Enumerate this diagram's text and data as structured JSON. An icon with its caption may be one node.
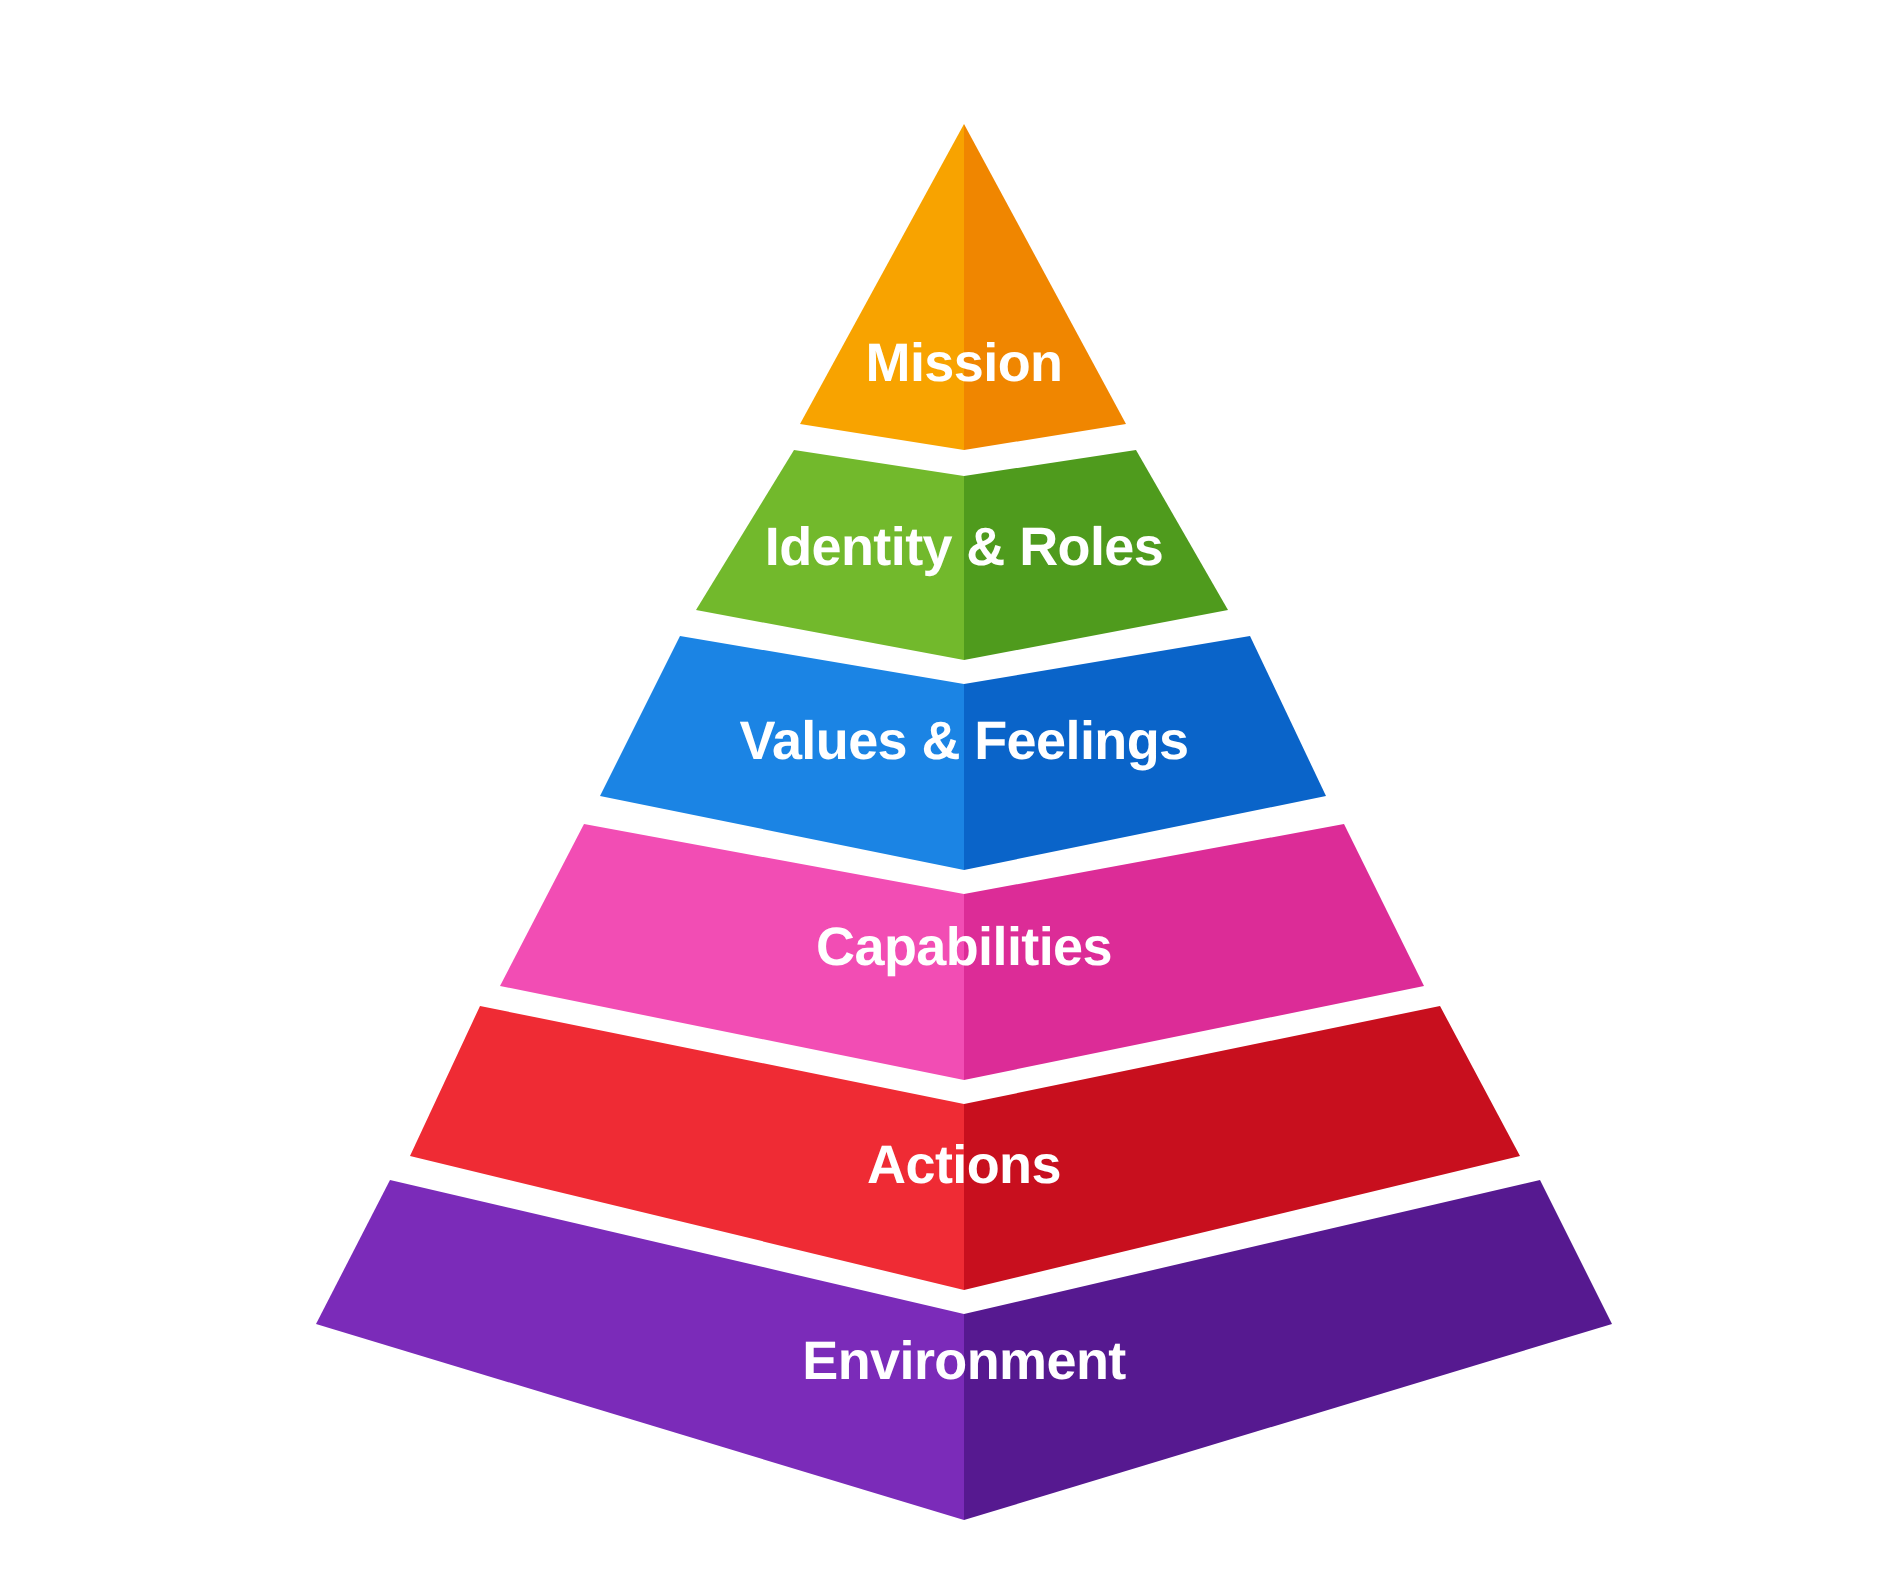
{
  "diagram": {
    "nodes": [
      {
        "text": [
          "Mission"
        ]
      },
      {
        "text": [
          "Identity & Roles"
        ]
      },
      {
        "text": [
          "Values & Feelings"
        ]
      },
      {
        "text": [
          "Capabilities"
        ]
      },
      {
        "text": [
          "Actions"
        ]
      },
      {
        "text": [
          "Environment"
        ]
      }
    ]
  }
}
